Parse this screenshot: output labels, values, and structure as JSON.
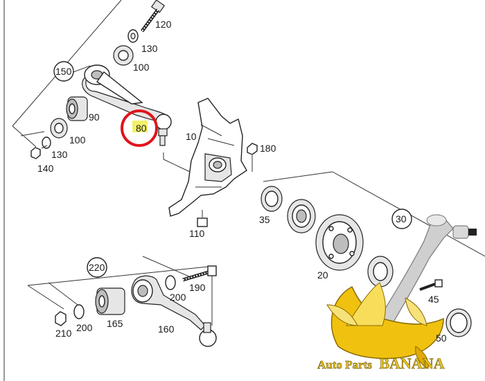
{
  "labels": {
    "p10": "10",
    "p20": "20",
    "p30": "30",
    "p35": "35",
    "p45": "45",
    "p50": "50",
    "p80": "80",
    "p90": "90",
    "p100a": "100",
    "p100b": "100",
    "p110": "110",
    "p120": "120",
    "p130a": "130",
    "p130b": "130",
    "p140": "140",
    "p150": "150",
    "p160": "160",
    "p165": "165",
    "p180": "180",
    "p190": "190",
    "p200a": "200",
    "p200b": "200",
    "p210": "210",
    "p220": "220"
  },
  "watermark": {
    "prefix": "Auto Parts",
    "brand": "BANANA"
  },
  "colors": {
    "highlight_ring": "#e0141b",
    "highlight_fill": "#f3f06a",
    "watermark_gold": "#e9c820"
  }
}
